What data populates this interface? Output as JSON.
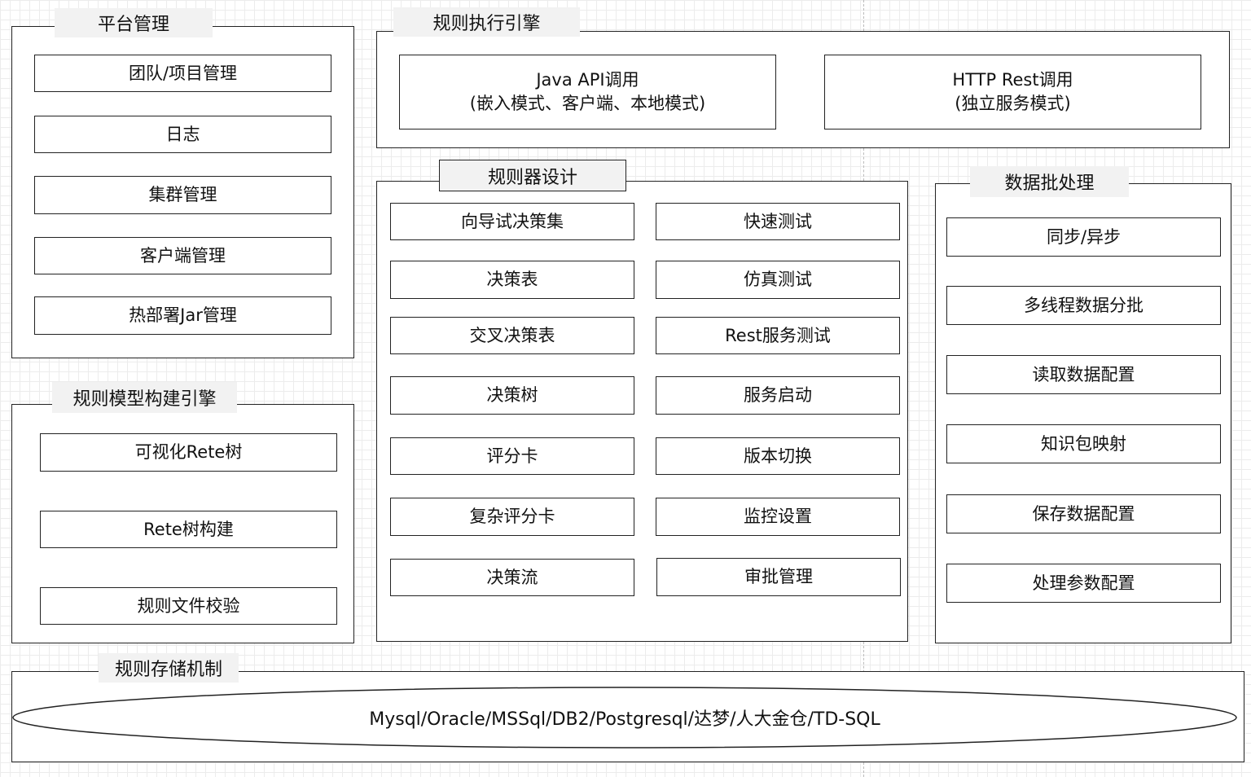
{
  "platform": {
    "title": "平台管理",
    "items": [
      "团队/项目管理",
      "日志",
      "集群管理",
      "客户端管理",
      "热部署Jar管理"
    ]
  },
  "model": {
    "title": "规则模型构建引擎",
    "items": [
      "可视化Rete树",
      "Rete树构建",
      "规则文件校验"
    ]
  },
  "exec": {
    "title": "规则执行引擎",
    "java": {
      "line1": "Java API调用",
      "line2": "(嵌入模式、客户端、本地模式)"
    },
    "http": {
      "line1": "HTTP Rest调用",
      "line2": "(独立服务模式)"
    }
  },
  "designer": {
    "title": "规则器设计",
    "left": [
      "向导试决策集",
      "决策表",
      "交叉决策表",
      "决策树",
      "评分卡",
      "复杂评分卡",
      "决策流"
    ],
    "right": [
      "快速测试",
      "仿真测试",
      "Rest服务测试",
      "服务启动",
      "版本切换",
      "监控设置",
      "审批管理"
    ]
  },
  "batch": {
    "title": "数据批处理",
    "items": [
      "同步/异步",
      "多线程数据分批",
      "读取数据配置",
      "知识包映射",
      "保存数据配置",
      "处理参数配置"
    ]
  },
  "storage": {
    "title": "规则存储机制",
    "databases": "Mysql/Oracle/MSSql/DB2/Postgresql/达梦/人大金仓/TD-SQL"
  }
}
